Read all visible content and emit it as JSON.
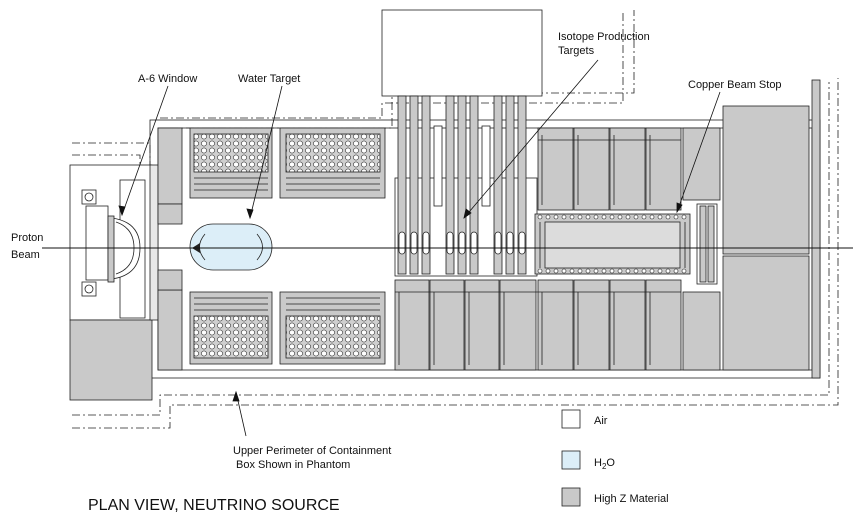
{
  "labels": {
    "isotope_line1": "Isotope Production",
    "isotope_line2": "Targets",
    "a6_window": "A-6 Window",
    "water_target": "Water Target",
    "copper_beam_stop": "Copper Beam Stop",
    "proton_line1": "Proton",
    "proton_line2": "Beam",
    "perimeter_line1": "Upper Perimeter of Containment",
    "perimeter_line2": "Box Shown in Phantom"
  },
  "title": "PLAN VIEW, NEUTRINO SOURCE",
  "legend": [
    {
      "label": "Air",
      "color": "#ffffff"
    },
    {
      "label": "H",
      "sub": "2",
      "suffix": "O",
      "color": "#dceef8"
    },
    {
      "label": "High Z Material",
      "color": "#c9c9c9"
    }
  ],
  "colors": {
    "high_z": "#c9c9c9",
    "water": "#dceef8",
    "air": "#ffffff",
    "line": "#222222"
  }
}
